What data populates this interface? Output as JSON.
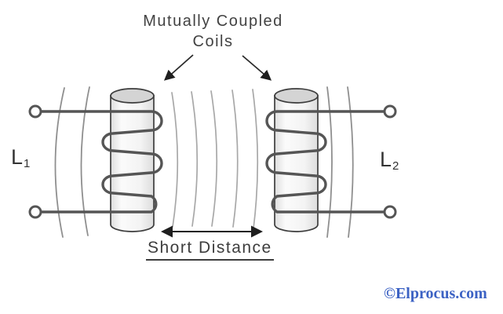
{
  "diagram": {
    "title_line1": "Mutually Coupled",
    "title_line2": "Coils",
    "distance_label": "Short Distance",
    "watermark": "©Elprocus.com",
    "labels": {
      "l1": {
        "base": "L",
        "sub": "1"
      },
      "l2": {
        "base": "L",
        "sub": "2"
      }
    },
    "colors": {
      "background": "#ffffff",
      "text": "#3d3d3d",
      "wire": "#555555",
      "cylinder_outline": "#3d3d3d",
      "cylinder_top": "#d4d4d4",
      "flux_outer": "#8f8f8f",
      "flux_inner": "#a8a8a8",
      "arrow": "#1f1f1f",
      "watermark_blue": "#3c62c4"
    }
  }
}
